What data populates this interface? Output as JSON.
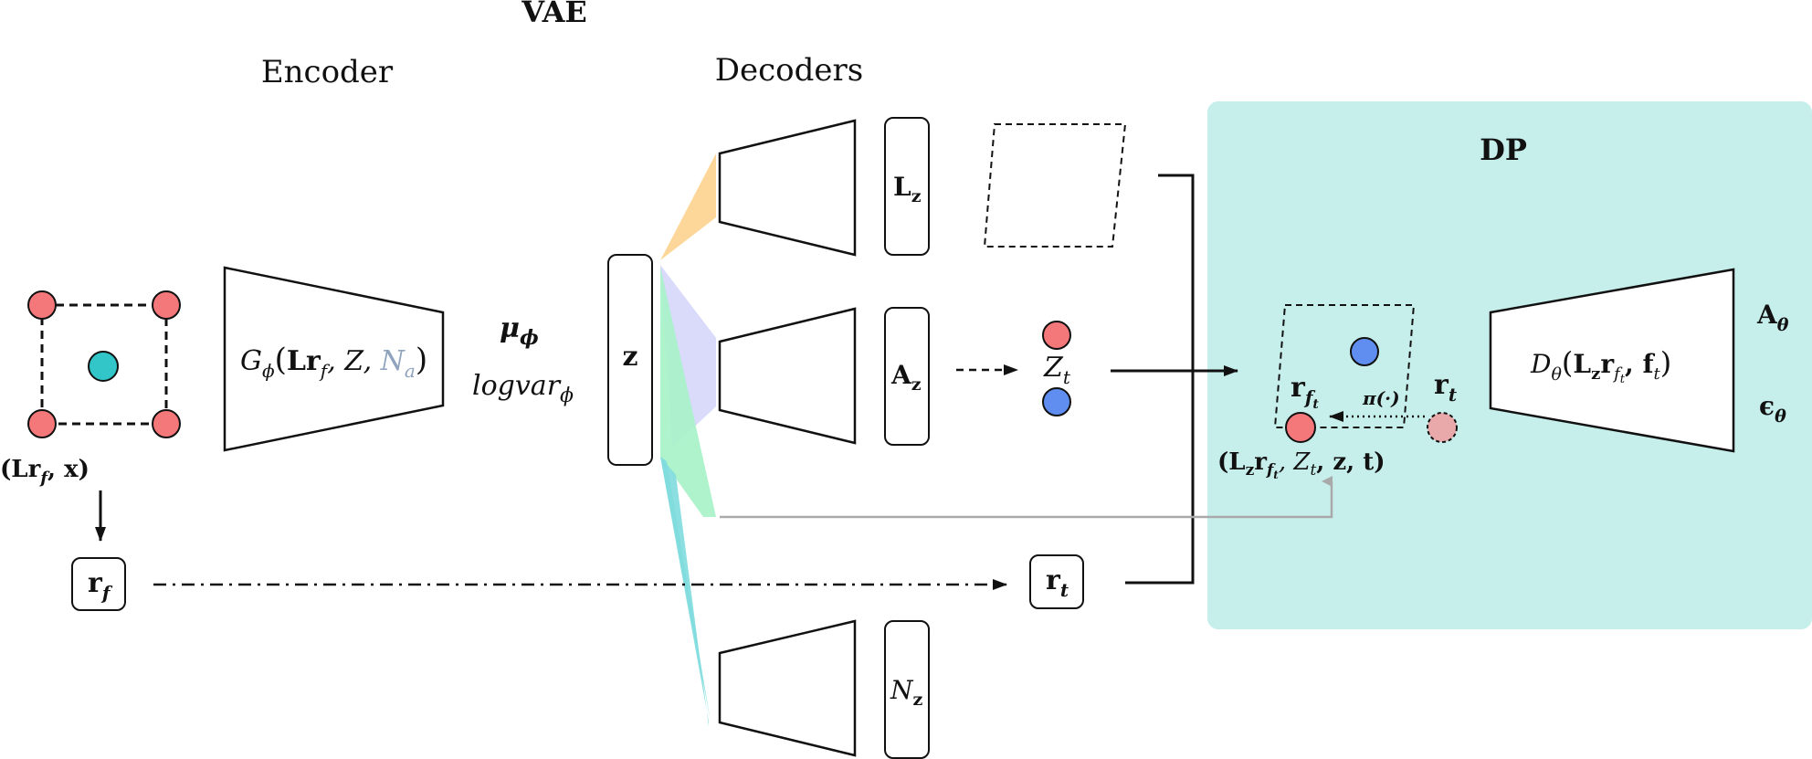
{
  "titles": {
    "vae": "VAE",
    "encoder": "Encoder",
    "decoders": "Decoders",
    "dp": "DP"
  },
  "input": {
    "label": "(Lr",
    "label_sub": "f",
    "label_tail": ", x)",
    "rf_box": "r",
    "rf_box_sub": "f"
  },
  "encoder_fn": {
    "g": "G",
    "g_sub": "ϕ",
    "open": "(",
    "lr": "Lr",
    "lr_sub": "f",
    "z": ", Z, ",
    "na": "N",
    "na_sub": "a",
    "close": ")"
  },
  "latent": {
    "mu": "μ",
    "mu_sub": "ϕ",
    "logvar": "logvar",
    "logvar_sub": "ϕ",
    "z_box": "z"
  },
  "decoder_outputs": {
    "lz": "L",
    "lz_sub": "z",
    "az": "A",
    "az_sub": "z",
    "nz": "N",
    "nz_sub": "z"
  },
  "zt": {
    "label": "Z",
    "sub": "t"
  },
  "rt_box": {
    "label": "r",
    "sub": "t"
  },
  "dp_inner": {
    "rft": "r",
    "rft_sub": "f",
    "rft_subsub": "t",
    "pi": "π(·)",
    "rt": "r",
    "rt_sub": "t",
    "cond": "(L",
    "cond_sub": "z",
    "cond_r": "r",
    "cond_r_sub": "f",
    "cond_r_subsub": "t",
    "cond_tail": ", Z",
    "cond_zt_sub": "t",
    "cond_z": ", z, t)"
  },
  "dp_decoder": {
    "d": "D",
    "d_sub": "θ",
    "open": "(",
    "l": "L",
    "l_sub": "z",
    "r": "r",
    "r_sub": "f",
    "r_subsub": "t",
    "f": ", f",
    "f_sub": "t",
    "close": ")"
  },
  "dp_outputs": {
    "a": "A",
    "a_sub": "θ",
    "eps": "ϵ",
    "eps_sub": "θ"
  },
  "colors": {
    "node_red": "#f4777a",
    "node_teal": "#33c6c8",
    "node_blue": "#5f8ef0",
    "node_pink_faded": "#e9a9ab",
    "dp_bg": "#c6efec",
    "na_gray": "#8fa3be",
    "fan_orange": "#fcd593",
    "fan_purple": "#d6d6fb",
    "fan_green": "#a6f2c8",
    "fan_cyan": "#7fdcde"
  }
}
